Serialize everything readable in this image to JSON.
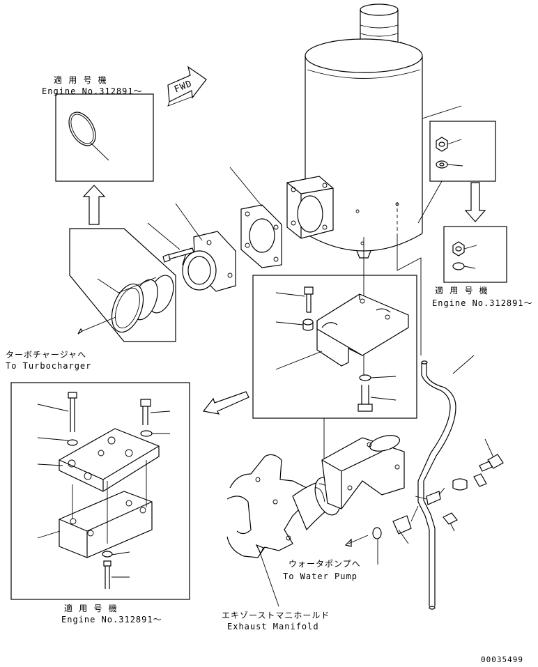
{
  "labels": {
    "applicable_top_jp": "適 用 号 機",
    "applicable_top_en": "Engine No.312891～",
    "fwd": "FWD",
    "turbo_jp": "ターボチャージャへ",
    "turbo_en": "To Turbocharger",
    "applicable_right_jp": "適 用 号 機",
    "applicable_right_en": "Engine No.312891～",
    "applicable_bottom_jp": "適 用 号 機",
    "applicable_bottom_en": "Engine No.312891～",
    "waterpump_jp": "ウォータポンプへ",
    "waterpump_en": "To Water Pump",
    "manifold_jp": "エキゾーストマニホールド",
    "manifold_en": "Exhaust Manifold",
    "drawing_number": "00035499"
  }
}
